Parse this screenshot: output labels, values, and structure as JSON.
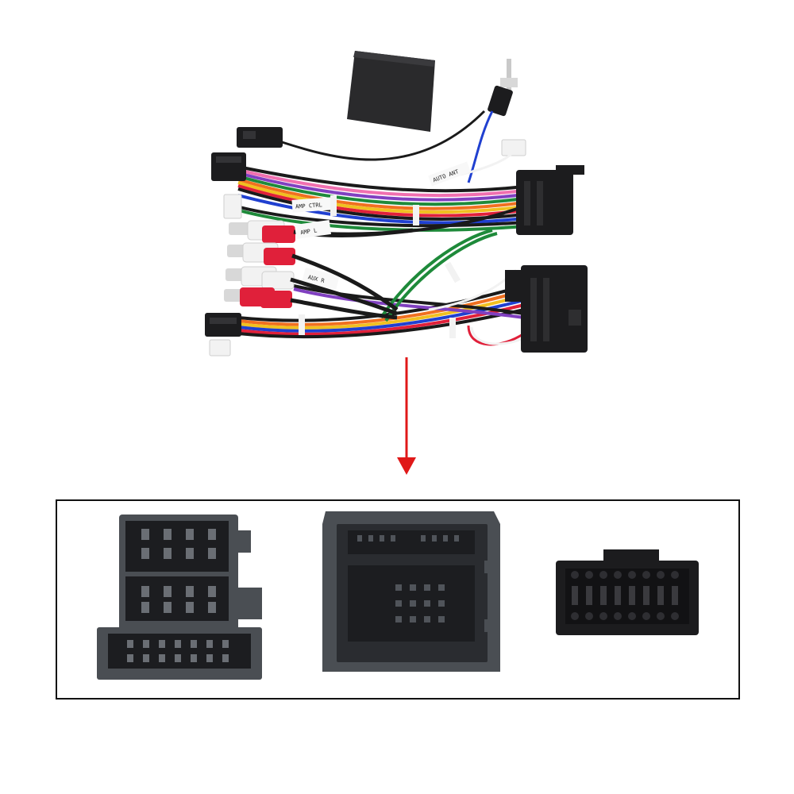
{
  "image": {
    "background": "#ffffff"
  },
  "harness": {
    "wire_labels": {
      "amp_ctrl": "AMP CTRL",
      "auto_ant": "AUTO ANT",
      "amp_l": "AMP L",
      "aux_r": "AUX R"
    },
    "colors": {
      "wire_black": "#1a1a1a",
      "wire_red": "#e0203a",
      "wire_green": "#1e8a3a",
      "wire_blue": "#2040d0",
      "wire_yellow": "#f0c020",
      "wire_orange": "#f07020",
      "wire_pink": "#f070b0",
      "wire_purple": "#8040c0",
      "wire_white": "#f2f2f2",
      "connector_black": "#1c1c1e",
      "filter_box": "#2a2a2c"
    }
  },
  "arrow": {
    "color": "#e01818"
  },
  "connectors_panel": {
    "border_color": "#111111",
    "connector_gray": "#4a4e53"
  }
}
